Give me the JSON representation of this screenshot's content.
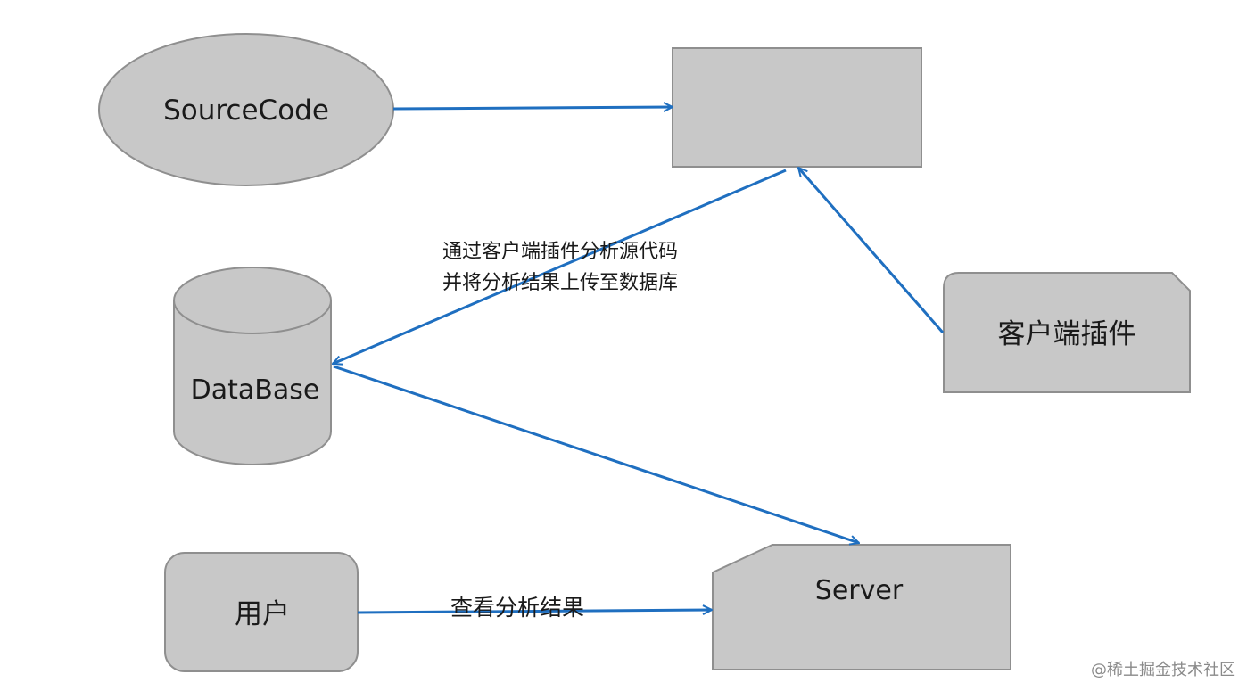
{
  "colors": {
    "shape_fill": "#c8c8c8",
    "shape_stroke": "#8f8f8f",
    "arrow": "#1f6fc0",
    "text": "#1a1a1a",
    "watermark": "#8a8a8a"
  },
  "nodes": {
    "source_code": {
      "label": "SourceCode"
    },
    "analyzer": {
      "label": ""
    },
    "database": {
      "label": "DataBase"
    },
    "client_plugin": {
      "label": "客户端插件"
    },
    "user": {
      "label": "用户"
    },
    "server": {
      "label": "Server"
    }
  },
  "edges": {
    "analyze_upload": {
      "line1": "通过客户端插件分析源代码",
      "line2": "并将分析结果上传至数据库"
    },
    "view_results": {
      "label": "查看分析结果"
    }
  },
  "watermark": {
    "text": "@稀土掘金技术社区"
  }
}
